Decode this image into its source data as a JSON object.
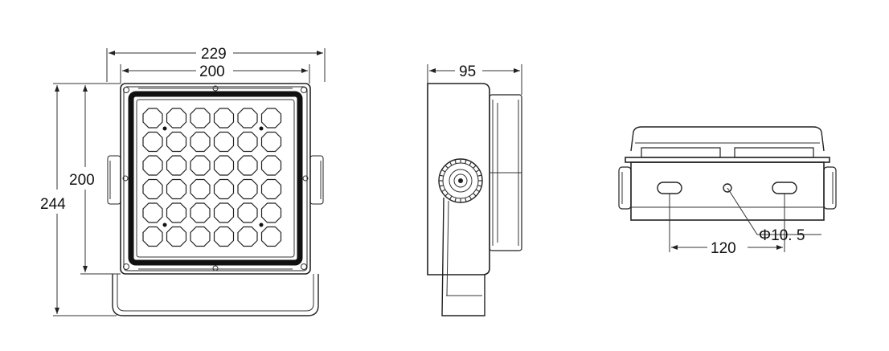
{
  "front_view": {
    "dim_total_width": "229",
    "dim_inner_width": "200",
    "dim_inner_height": "200",
    "dim_total_height": "244",
    "lens_grid": {
      "rows": 6,
      "cols": 6
    }
  },
  "side_view": {
    "dim_depth": "95"
  },
  "bottom_view": {
    "dim_hole_spacing": "120",
    "dim_hole_diameter": "Φ10. 5"
  },
  "colors": {
    "line": "#222222",
    "background": "#ffffff"
  }
}
